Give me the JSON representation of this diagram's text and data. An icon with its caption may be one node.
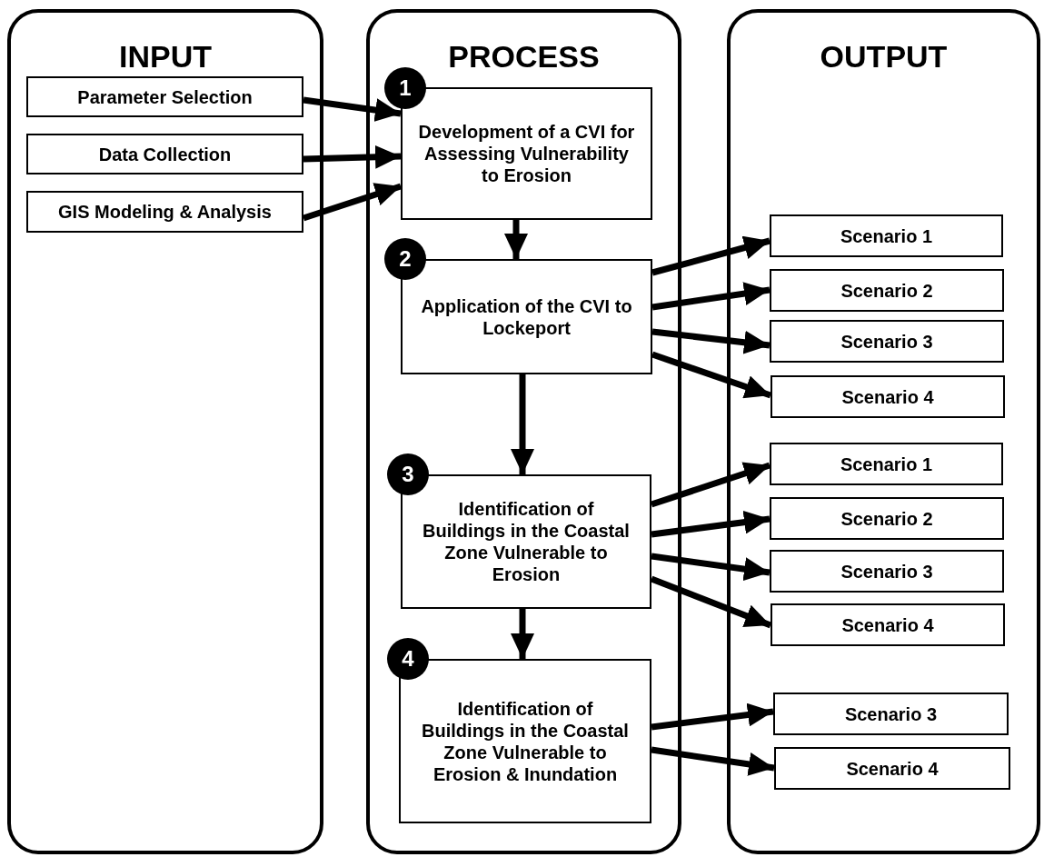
{
  "diagram": {
    "nodes": [
      {
        "text": [
          "INPUT"
        ]
      },
      {
        "text": [
          "Parameter Selection"
        ],
        "in": 0
      },
      {
        "text": [
          "Data Collection"
        ],
        "in": 0
      },
      {
        "text": [
          "GIS Modeling & Analysis"
        ],
        "in": 0
      },
      {
        "text": [
          "PROCESS"
        ]
      },
      {
        "text": [
          "1"
        ],
        "in": 4
      },
      {
        "text": [
          "Development of a CVI for Assessing Vulnerability to Erosion"
        ],
        "in": 4
      },
      {
        "text": [
          "2"
        ],
        "in": 4
      },
      {
        "text": [
          "Application of the CVI to Lockeport"
        ],
        "in": 4
      },
      {
        "text": [
          "3"
        ],
        "in": 4
      },
      {
        "text": [
          "Identification of Buildings in the Coastal Zone Vulnerable to Erosion"
        ],
        "in": 4
      },
      {
        "text": [
          "4"
        ],
        "in": 4
      },
      {
        "text": [
          "Identification of Buildings in the Coastal Zone Vulnerable to Erosion & Inundation"
        ],
        "in": 4
      },
      {
        "text": [
          "OUTPUT"
        ]
      },
      {
        "text": [
          "Scenario 1"
        ],
        "in": 13
      },
      {
        "text": [
          "Scenario 2"
        ],
        "in": 13
      },
      {
        "text": [
          "Scenario 3"
        ],
        "in": 13
      },
      {
        "text": [
          "Scenario 4"
        ],
        "in": 13
      },
      {
        "text": [
          "Scenario 1"
        ],
        "in": 13
      },
      {
        "text": [
          "Scenario 2"
        ],
        "in": 13
      },
      {
        "text": [
          "Scenario 3"
        ],
        "in": 13
      },
      {
        "text": [
          "Scenario 4"
        ],
        "in": 13
      },
      {
        "text": [
          "Scenario 3"
        ],
        "in": 13
      },
      {
        "text": [
          "Scenario 4"
        ],
        "in": 13
      }
    ],
    "edges": [
      {
        "from": 1,
        "to": 6,
        "arrow": "to"
      },
      {
        "from": 2,
        "to": 6,
        "arrow": "to"
      },
      {
        "from": 3,
        "to": 6,
        "arrow": "to"
      },
      {
        "from": 6,
        "to": 8,
        "arrow": "to"
      },
      {
        "from": 8,
        "to": 10,
        "arrow": "to"
      },
      {
        "from": 10,
        "to": 12,
        "arrow": "to"
      },
      {
        "from": 8,
        "to": 14,
        "arrow": "to"
      },
      {
        "from": 8,
        "to": 15,
        "arrow": "to"
      },
      {
        "from": 8,
        "to": 16,
        "arrow": "to"
      },
      {
        "from": 8,
        "to": 17,
        "arrow": "to"
      },
      {
        "from": 10,
        "to": 18,
        "arrow": "to"
      },
      {
        "from": 10,
        "to": 19,
        "arrow": "to"
      },
      {
        "from": 10,
        "to": 20,
        "arrow": "to"
      },
      {
        "from": 10,
        "to": 21,
        "arrow": "to"
      },
      {
        "from": 12,
        "to": 22,
        "arrow": "to"
      },
      {
        "from": 12,
        "to": 23,
        "arrow": "to"
      }
    ]
  }
}
